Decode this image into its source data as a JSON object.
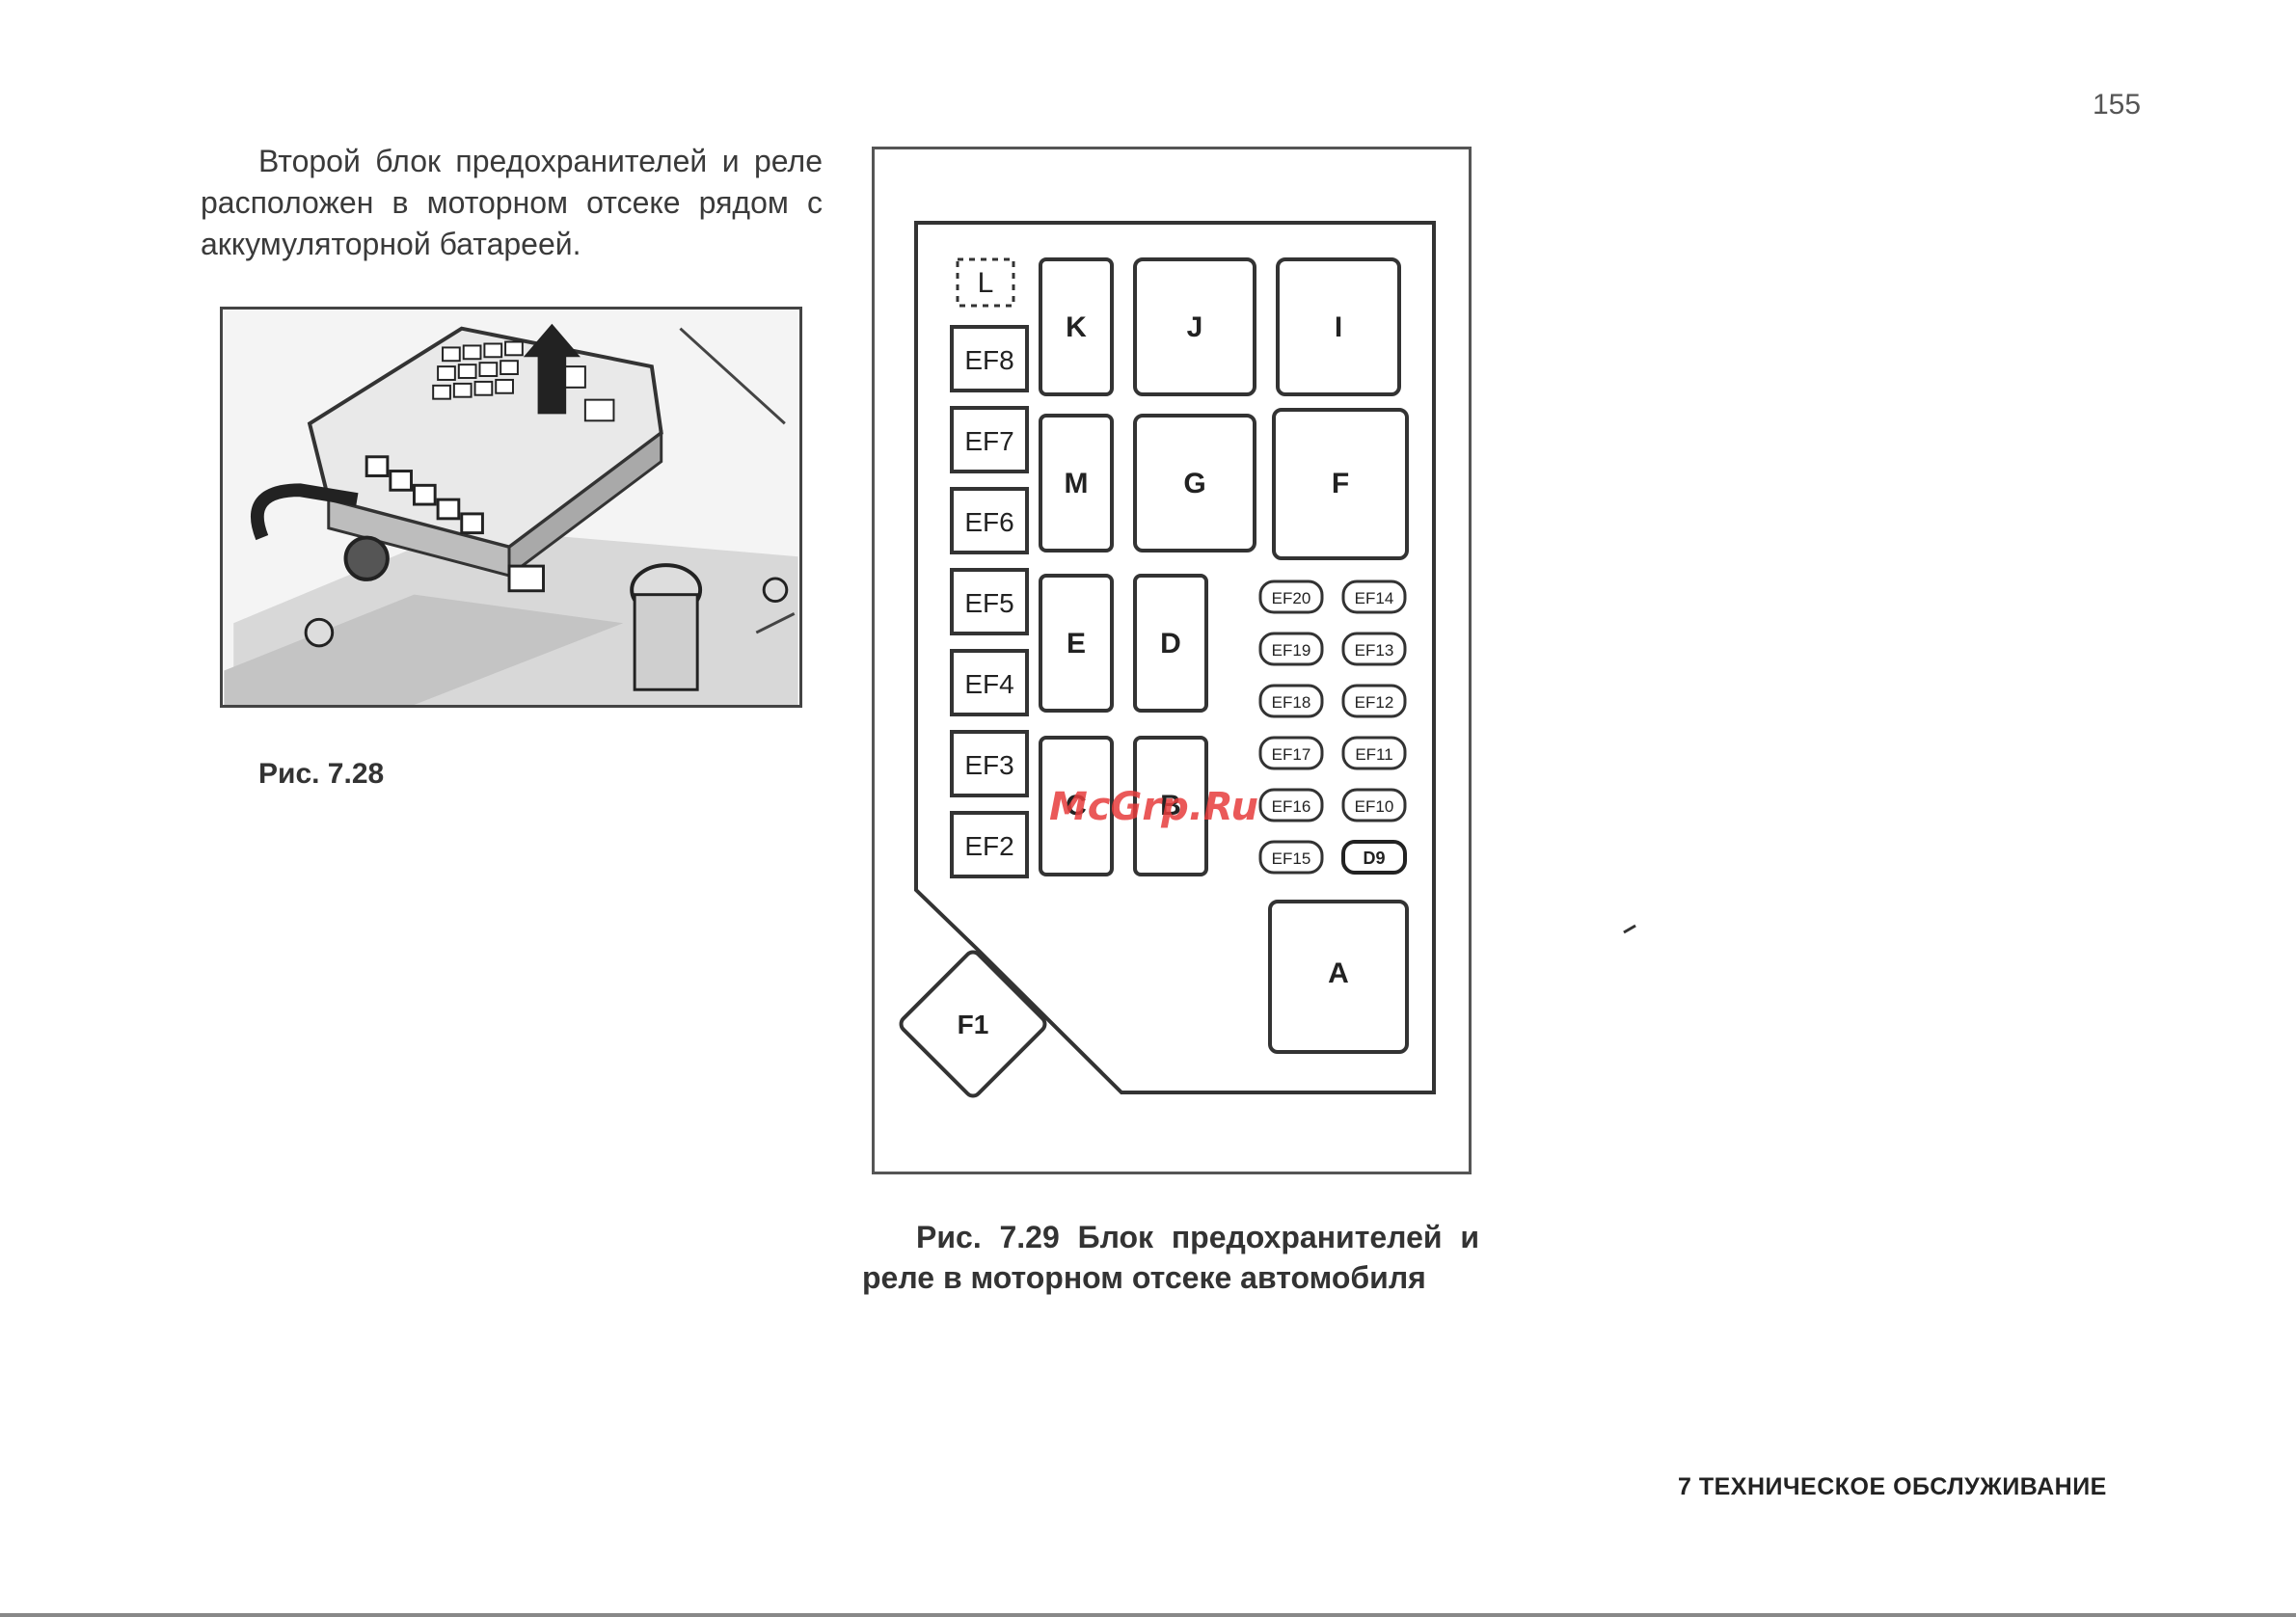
{
  "page_number": "155",
  "intro_text": "Второй блок предохранителей и реле расположен в моторном отсеке рядом с аккумуляторной батареей.",
  "figure_1": {
    "caption": "Рис. 7.28"
  },
  "figure_2": {
    "caption": "Рис. 7.29 Блок предохранителей и реле в моторном отсеке автомобиля",
    "relays": {
      "L": "L",
      "K": "K",
      "J": "J",
      "I": "I",
      "M": "M",
      "G": "G",
      "F": "F",
      "E": "E",
      "D": "D",
      "C": "C",
      "B": "B",
      "A": "A",
      "F1": "F1"
    },
    "fuses_left": [
      "EF8",
      "EF7",
      "EF6",
      "EF5",
      "EF4",
      "EF3",
      "EF2"
    ],
    "fuses_mid": [
      "EF20",
      "EF19",
      "EF18",
      "EF17",
      "EF16",
      "EF15"
    ],
    "fuses_right": [
      "EF14",
      "EF13",
      "EF12",
      "EF11",
      "EF10",
      "D9"
    ]
  },
  "watermark": "McGrp.Ru",
  "footer": "7 ТЕХНИЧЕСКОЕ ОБСЛУЖИВАНИЕ"
}
